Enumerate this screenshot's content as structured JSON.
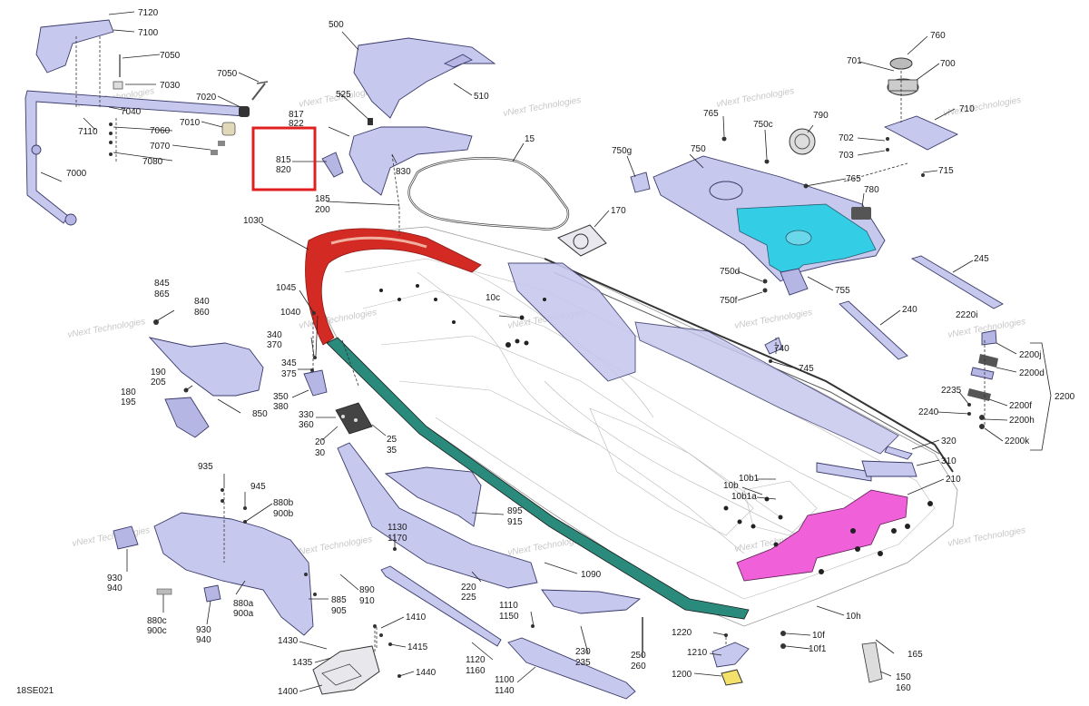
{
  "diagram": {
    "code": "18SE021",
    "watermark": "vNext Technologies",
    "highlight_color": "#e02020",
    "colors": {
      "part_fill": "#c7c8ee",
      "seal_red": "#d42a24",
      "rubstrip_teal": "#2a8a7c",
      "deck_pad_pink": "#f060d8",
      "tray_cyan": "#33cde6"
    }
  },
  "labels": {
    "l7120": "7120",
    "l7100": "7100",
    "l7050a": "7050",
    "l7030": "7030",
    "l7050b": "7050",
    "l7020": "7020",
    "l7040": "7040",
    "l7010": "7010",
    "l7060": "7060",
    "l7070": "7070",
    "l7080": "7080",
    "l7110": "7110",
    "l7000": "7000",
    "l500": "500",
    "l510": "510",
    "l525": "525",
    "l817": "817",
    "l822": "822",
    "l815": "815",
    "l820": "820",
    "l830": "830",
    "l15": "15",
    "l185": "185",
    "l200": "200",
    "l170": "170",
    "l1030": "1030",
    "l765a": "765",
    "l750c": "750c",
    "l790": "790",
    "l750g": "750g",
    "l750": "750",
    "l765b": "765",
    "l780": "780",
    "l755": "755",
    "l750d": "750d",
    "l750f": "750f",
    "l760": "760",
    "l701": "701",
    "l700": "700",
    "l710": "710",
    "l702": "702",
    "l703": "703",
    "l715": "715",
    "l245": "245",
    "l240": "240",
    "l740": "740",
    "l745": "745",
    "l2220i": "2220i",
    "l2200j": "2200j",
    "l2200d": "2200d",
    "l2200": "2200",
    "l2235": "2235",
    "l2240": "2240",
    "l2200f": "2200f",
    "l2200h": "2200h",
    "l2200k": "2200k",
    "l320": "320",
    "l310": "310",
    "l210": "210",
    "l845": "845",
    "l865": "865",
    "l840": "840",
    "l860": "860",
    "l190": "190",
    "l205": "205",
    "l180": "180",
    "l195": "195",
    "l850": "850",
    "l1045": "1045",
    "l1040": "1040",
    "l340": "340",
    "l370": "370",
    "l345": "345",
    "l375": "375",
    "l350": "350",
    "l380": "380",
    "l330": "330",
    "l360": "360",
    "l25": "25",
    "l35": "35",
    "l20": "20",
    "l30": "30",
    "l10c": "10c",
    "l935": "935",
    "l945": "945",
    "l880b": "880b",
    "l900b": "900b",
    "l930a": "930",
    "l940a": "940",
    "l880c": "880c",
    "l900c": "900c",
    "l930b": "930",
    "l940b": "940",
    "l880a": "880a",
    "l900a": "900a",
    "l885": "885",
    "l905": "905",
    "l890": "890",
    "l910": "910",
    "l895": "895",
    "l915": "915",
    "l220": "220",
    "l225": "225",
    "l1090": "1090",
    "l1130": "1130",
    "l1170": "1170",
    "l1110": "1110",
    "l1150": "1150",
    "l1120": "1120",
    "l1160": "1160",
    "l1100": "1100",
    "l1140": "1140",
    "l230": "230",
    "l235": "235",
    "l250": "250",
    "l260": "260",
    "l10b1": "10b1",
    "l10b": "10b",
    "l10b1a": "10b1a",
    "l10h": "10h",
    "l10f": "10f",
    "l10f1": "10f1",
    "l1220": "1220",
    "l1210": "1210",
    "l1200": "1200",
    "l165": "165",
    "l150": "150",
    "l160": "160",
    "l1410": "1410",
    "l1430": "1430",
    "l1415": "1415",
    "l1435": "1435",
    "l1440": "1440",
    "l1400": "1400"
  }
}
